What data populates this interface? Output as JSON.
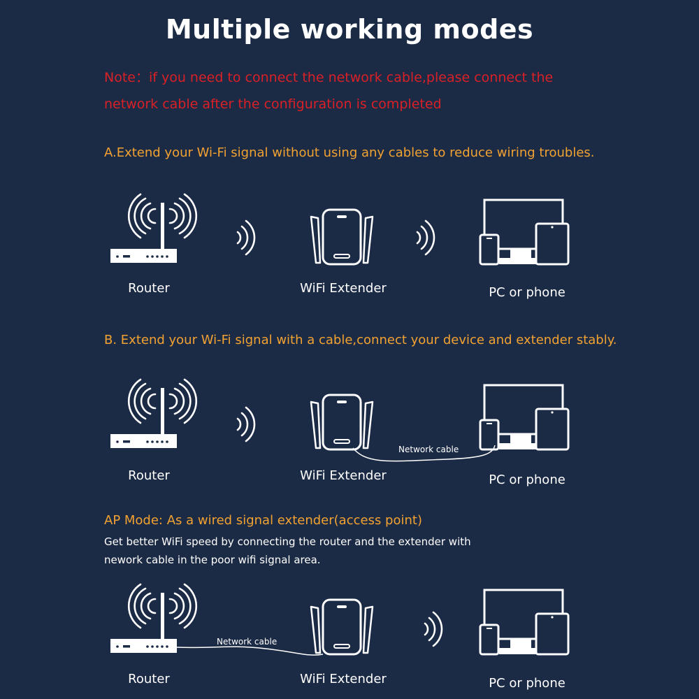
{
  "title": "Multiple working modes",
  "note": {
    "line1": "Note：if you need to connect the network cable,please connect the",
    "line2": "network cable after the configuration is completed"
  },
  "sections": [
    {
      "heading": "A.Extend your Wi-Fi signal without using any cables to reduce wiring troubles.",
      "labels": {
        "router": "Router",
        "extender": "WiFi Extender",
        "device": "PC or phone"
      }
    },
    {
      "heading": "B. Extend your Wi-Fi signal with a cable,connect your device and extender stably.",
      "cable_label": "Network cable",
      "labels": {
        "router": "Router",
        "extender": "WiFi Extender",
        "device": "PC or phone"
      }
    },
    {
      "heading": "AP Mode: As a wired signal extender(access point)",
      "desc_line1": "Get better WiFi speed by connecting the router and the extender with",
      "desc_line2": "nework cable in the poor wifi signal area.",
      "cable_label": "Network cable",
      "labels": {
        "router": "Router",
        "extender": "WiFi Extender",
        "device": "PC or phone"
      }
    }
  ],
  "colors": {
    "background": "#1c2b45",
    "note": "#d92027",
    "heading": "#f2a231",
    "icon": "#ffffff"
  },
  "icons": [
    "router-icon",
    "wifi-waves-icon",
    "wifi-extender-icon",
    "pc-phone-tablet-icon",
    "network-cable"
  ]
}
